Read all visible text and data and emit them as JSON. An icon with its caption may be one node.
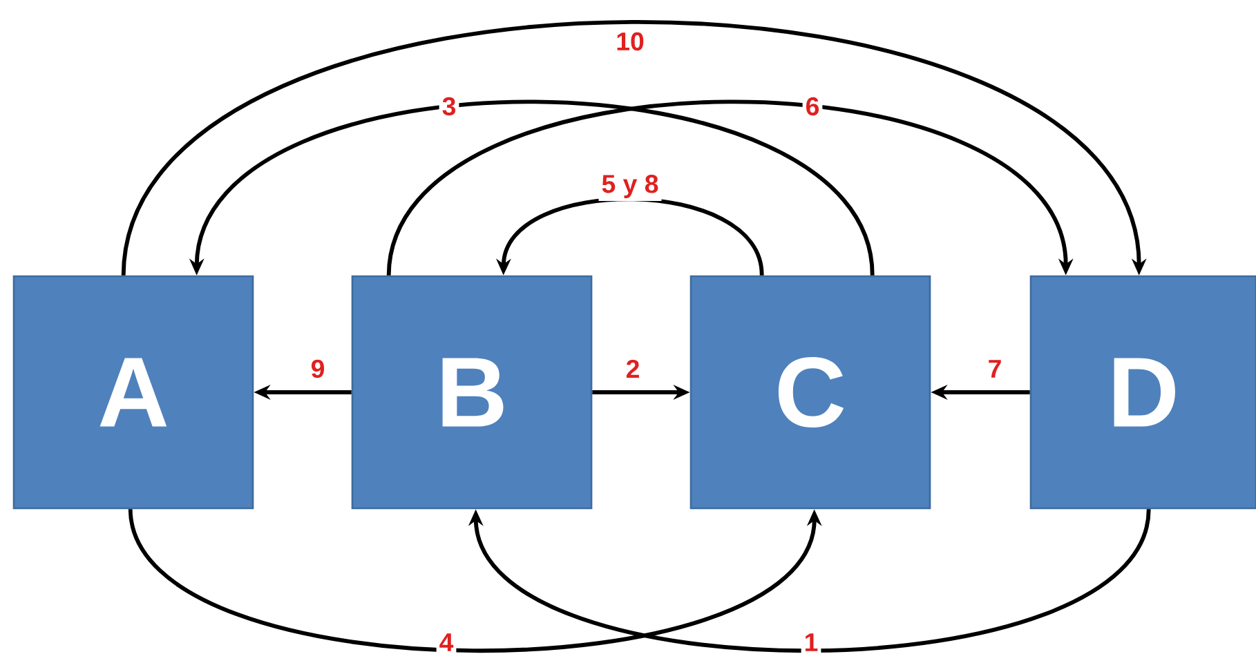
{
  "diagram": {
    "nodes": [
      {
        "text": [
          "A"
        ]
      },
      {
        "text": [
          "B"
        ]
      },
      {
        "text": [
          "C"
        ]
      },
      {
        "text": [
          "D"
        ]
      }
    ],
    "edges": [
      {
        "from": 3,
        "to": 1,
        "arrow": "to",
        "label": "1"
      },
      {
        "from": 1,
        "to": 2,
        "arrow": "to",
        "label": "2"
      },
      {
        "from": 2,
        "to": 0,
        "arrow": "to",
        "label": "3"
      },
      {
        "from": 0,
        "to": 2,
        "arrow": "to",
        "label": "4"
      },
      {
        "from": 2,
        "to": 1,
        "arrow": "to",
        "label": "5 y 8"
      },
      {
        "from": 1,
        "to": 3,
        "arrow": "to",
        "label": "6"
      },
      {
        "from": 3,
        "to": 2,
        "arrow": "to",
        "label": "7"
      },
      {
        "from": 1,
        "to": 0,
        "arrow": "to",
        "label": "9"
      },
      {
        "from": 0,
        "to": 3,
        "arrow": "to",
        "label": "10"
      }
    ]
  }
}
